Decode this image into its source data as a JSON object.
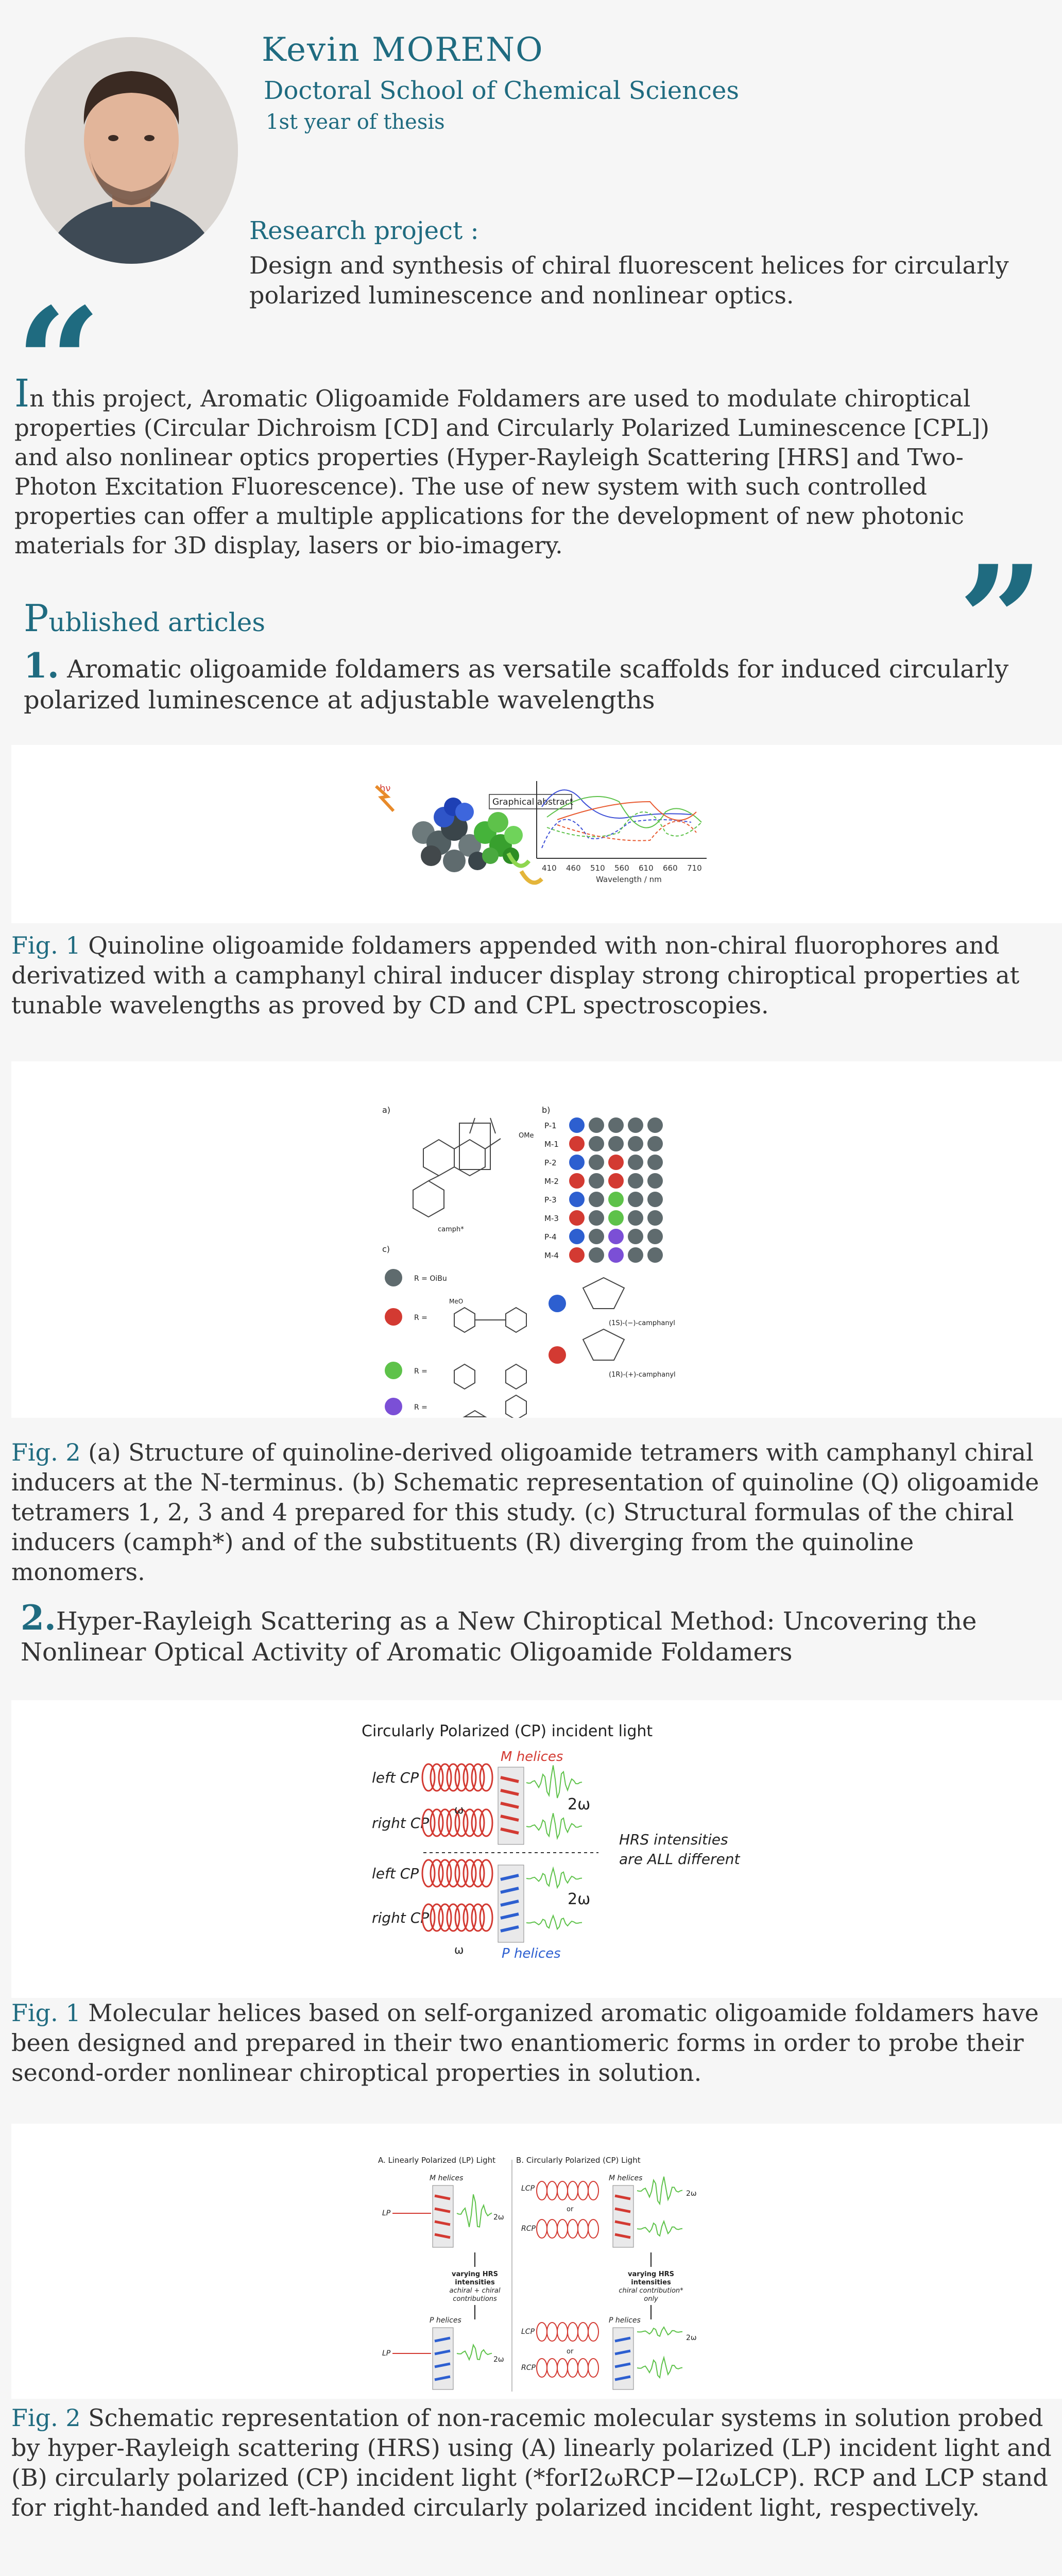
{
  "profile": {
    "name": "Kevin MORENO",
    "school": "Doctoral School of Chemical Sciences",
    "year": "1st year of thesis"
  },
  "research": {
    "title": "Research project :",
    "text": "Design and synthesis of chiral fluorescent helices for circularly polarized luminescence and nonlinear optics."
  },
  "intro": {
    "initial": "I",
    "text": "n this project, Aromatic Oligoamide Foldamers are used to modulate chiroptical properties (Circular Dichroism [CD] and Circularly Polarized Luminescence [CPL]) and also nonlinear optics properties (Hyper-Rayleigh Scattering [HRS] and Two-Photon Excitation Fluorescence). The use of new system with such controlled properties can offer a multiple applications for the development of new photonic materials for 3D display, lasers or bio-imagery."
  },
  "published": {
    "initial": "P",
    "rest": "ublished articles"
  },
  "articles": [
    {
      "number": "1.",
      "title": " Aromatic oligoamide foldamers as versatile scaffolds for induced circularly polarized luminescence at adjustable wavelengths",
      "figures": [
        {
          "label": "Fig. 1",
          "caption": " Quinoline oligoamide foldamers appended with non-chiral fluorophores and derivatized with a camphanyl chiral inducer display strong chiroptical properties at tunable wavelengths as proved by CD and CPL spectroscopies.",
          "graphic": {
            "badge": "Graphical abstract",
            "hv": "hν",
            "xlabel": "Wavelength / nm",
            "ticks": [
              "410",
              "460",
              "510",
              "560",
              "610",
              "660",
              "710"
            ]
          }
        },
        {
          "label": "Fig. 2",
          "caption": " (a) Structure of quinoline-derived oligoamide tetramers with camphanyl chiral inducers at the N-terminus. (b) Schematic representation of quinoline (Q) oligoamide tetramers 1, 2, 3 and 4 prepared for this study. (c) Structural formulas of the chiral inducers (camph*) and of the substituents (R) diverging from the quinoline monomers.",
          "graphic": {
            "panel_a": "a)",
            "panel_b": "b)",
            "panel_c": "c)",
            "ome": "OMe",
            "camph": "camph*",
            "rows": [
              "P-1",
              "M-1",
              "P-2",
              "M-2",
              "P-3",
              "M-3",
              "P-4",
              "M-4"
            ],
            "q_legend": "R = OiBu",
            "r_label": "R =",
            "s_label": "(1S)-(−)-camphanyl",
            "r_label2": "(1R)-(+)-camphanyl",
            "meo": "MeO"
          }
        }
      ]
    },
    {
      "number": "2.",
      "title": "Hyper-Rayleigh Scattering as a New Chiroptical Method: Uncovering the Nonlinear Optical Activity of Aromatic Oligoamide Foldamers",
      "figures": [
        {
          "label": "Fig. 1",
          "caption": " Molecular helices based on self-organized aromatic oligoamide foldamers have been designed and prepared in their two enantiomeric forms in order to probe their second-order nonlinear chiroptical properties in solution.",
          "graphic": {
            "title": "Circularly Polarized (CP) incident light",
            "m_helices": "M helices",
            "p_helices": "P helices",
            "left_cp": "left CP",
            "right_cp": "right CP",
            "omega": "ω",
            "two_omega": "2ω",
            "hrs_line1": "HRS intensities",
            "hrs_line2": "are ALL different"
          }
        },
        {
          "label": "Fig. 2",
          "caption": " Schematic representation of non-racemic molecular systems in solution probed by hyper-Rayleigh scattering (HRS) using (A) linearly polarized (LP) incident light and (B) circularly polarized (CP) incident light (*forI2ωRCP−I2ωLCP). RCP and LCP stand for right-handed and left-handed circularly polarized incident light, respectively.",
          "graphic": {
            "a_title": "A.  Linearly Polarized (LP) Light",
            "b_title": "B.  Circularly Polarized (CP) Light",
            "m_helices": "M helices",
            "p_helices": "P helices",
            "lp": "LP",
            "lcp": "LCP",
            "rcp": "RCP",
            "or": "or",
            "two_omega": "2ω",
            "a_mid1": "varying HRS",
            "a_mid2": "intensities",
            "a_mid3": "achiral + chiral",
            "a_mid4": "contributions",
            "b_mid1": "varying HRS",
            "b_mid2": "intensities",
            "b_mid3": "chiral contribution*",
            "b_mid4": "only"
          }
        }
      ]
    }
  ],
  "colors": {
    "accent": "#1f6b80",
    "background": "#f6f6f6",
    "red": "#d33a32",
    "green": "#5ec24a",
    "blue": "#2d5fd0",
    "gray_q": "#5f6b6e"
  }
}
